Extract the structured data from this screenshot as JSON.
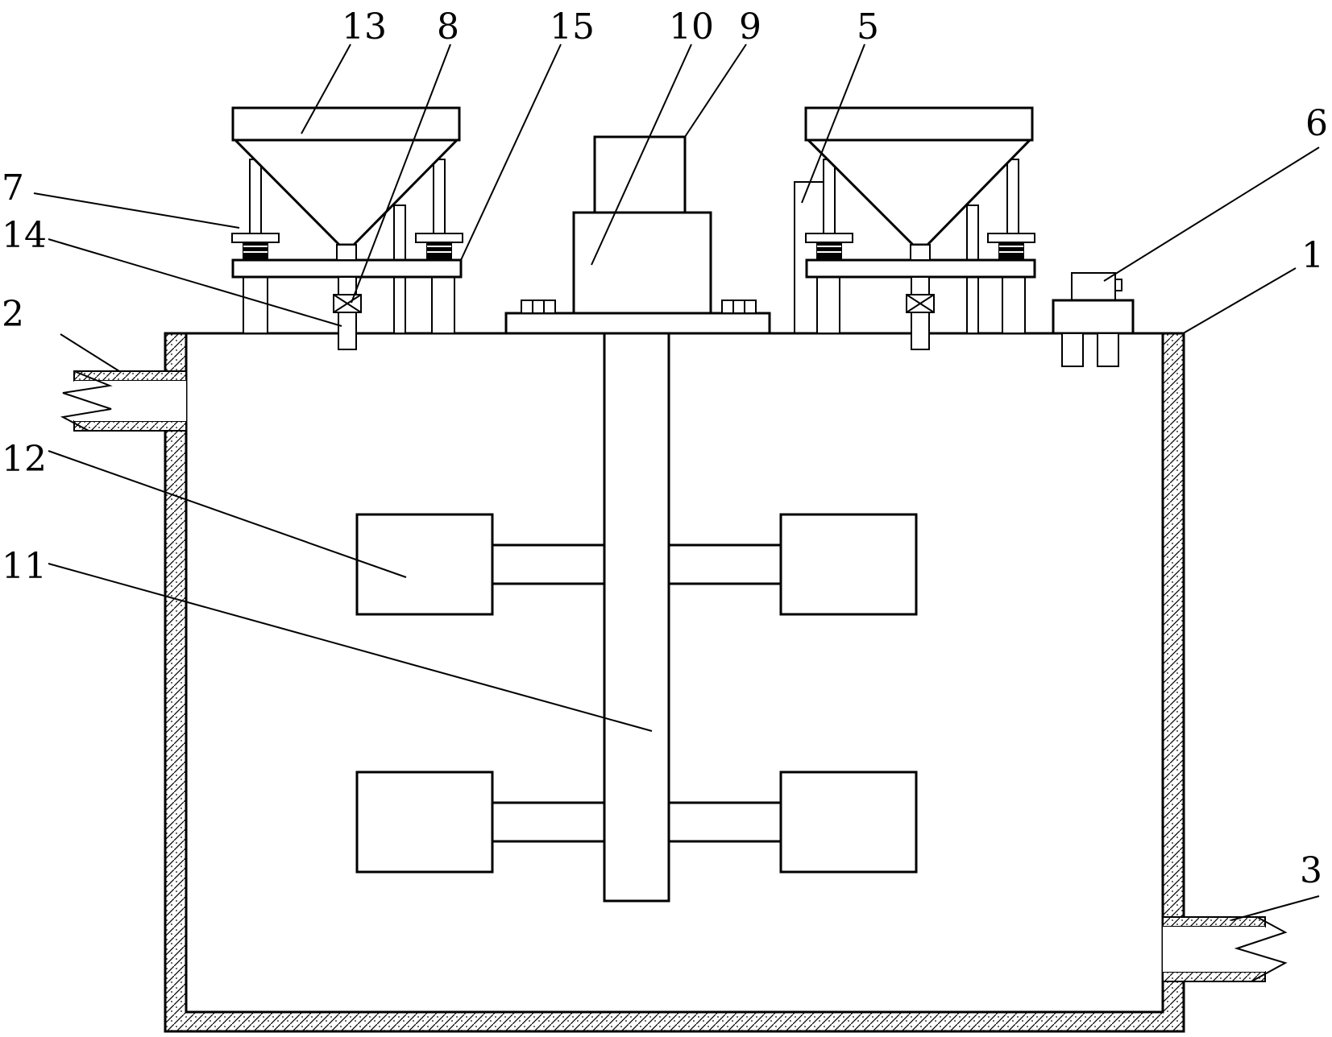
{
  "diagram": {
    "labels": [
      {
        "key": "1",
        "text": "1"
      },
      {
        "key": "2",
        "text": "2"
      },
      {
        "key": "3",
        "text": "3"
      },
      {
        "key": "5",
        "text": "5"
      },
      {
        "key": "6",
        "text": "6"
      },
      {
        "key": "7",
        "text": "7"
      },
      {
        "key": "8",
        "text": "8"
      },
      {
        "key": "9",
        "text": "9"
      },
      {
        "key": "10",
        "text": "10"
      },
      {
        "key": "11",
        "text": "11"
      },
      {
        "key": "12",
        "text": "12"
      },
      {
        "key": "13",
        "text": "13"
      },
      {
        "key": "14",
        "text": "14"
      },
      {
        "key": "15",
        "text": "15"
      }
    ]
  }
}
